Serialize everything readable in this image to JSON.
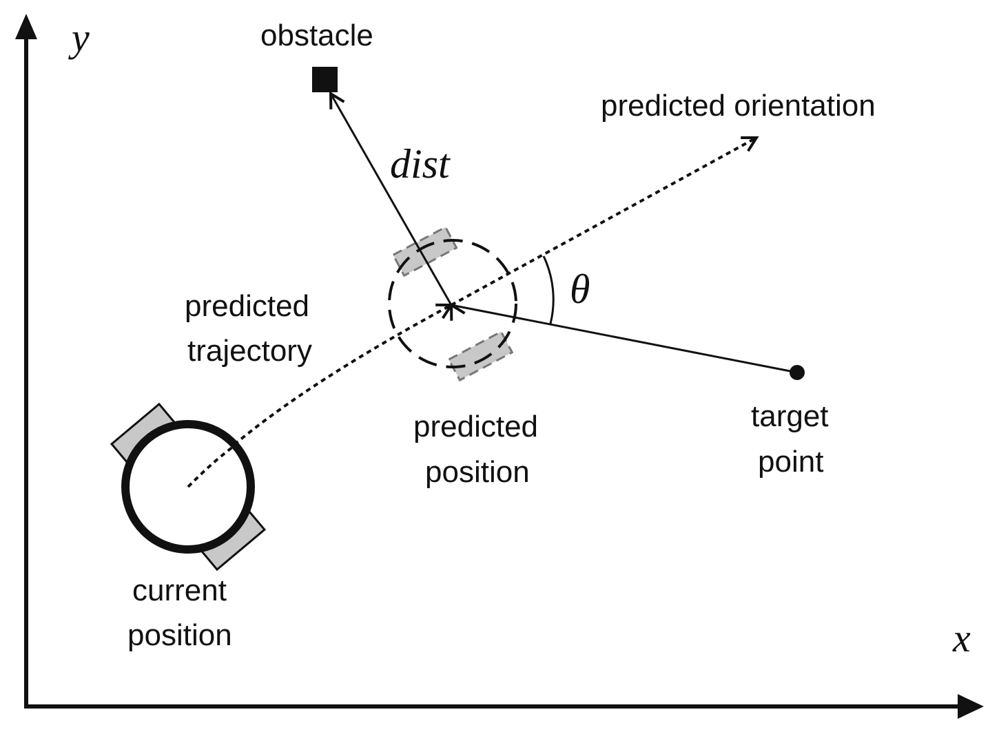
{
  "axes": {
    "x_label": "x",
    "y_label": "y"
  },
  "labels": {
    "obstacle": "obstacle",
    "dist": "dist",
    "predicted_orientation": "predicted orientation",
    "theta": "θ",
    "predicted_trajectory_line1": "predicted",
    "predicted_trajectory_line2": "trajectory",
    "predicted_position_line1": "predicted",
    "predicted_position_line2": "position",
    "target_point_line1": "target",
    "target_point_line2": "point",
    "current_position_line1": "current",
    "current_position_line2": "position"
  },
  "colors": {
    "ink": "#111111",
    "wheel_fill": "#c8c8c8",
    "wheel_stroke": "#777777"
  }
}
